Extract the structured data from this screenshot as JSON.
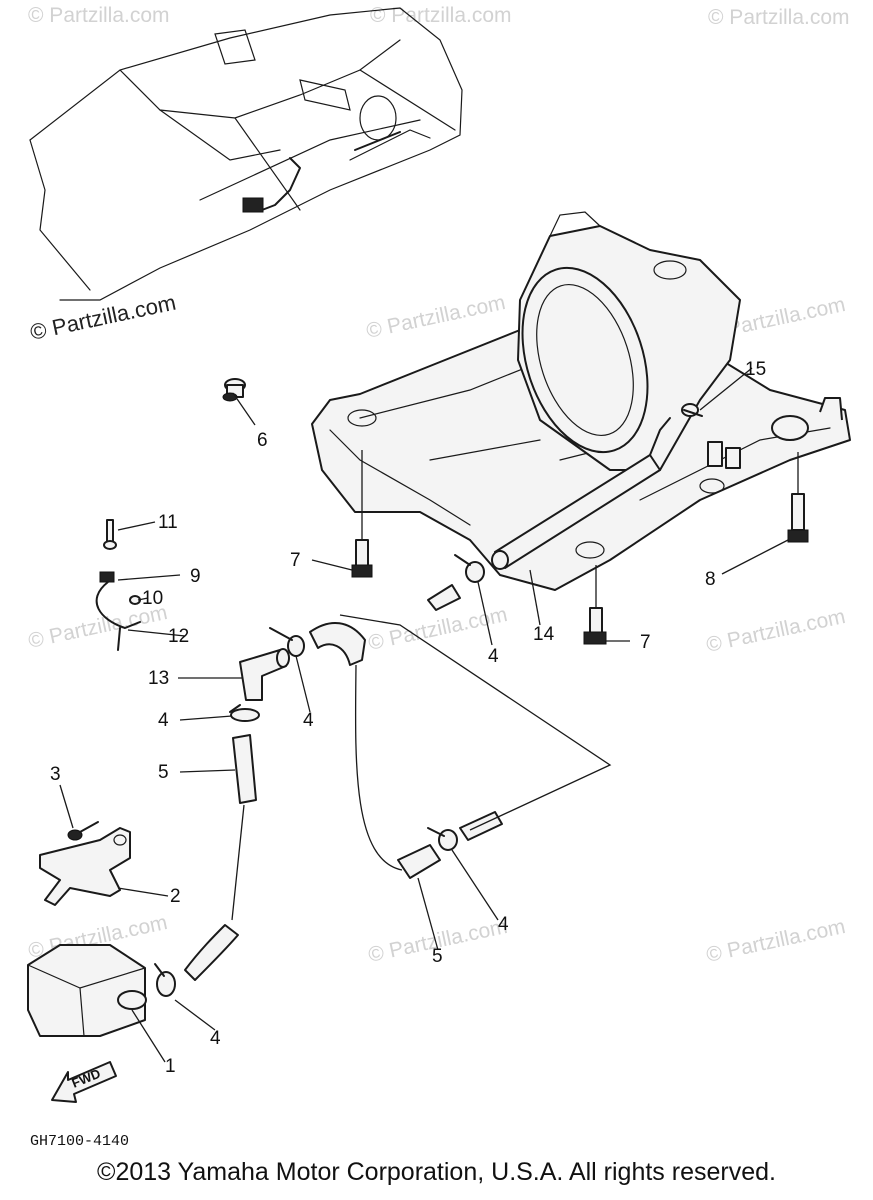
{
  "watermark": "© Partzilla.com",
  "diagram_code": "GH7100-4140",
  "fwd_label": "FWD",
  "copyright": "©2013 Yamaha Motor Corporation, U.S.A. All rights reserved.",
  "callouts": [
    "1",
    "2",
    "3",
    "4",
    "5",
    "6",
    "7",
    "8",
    "9",
    "10",
    "11",
    "12",
    "13",
    "14",
    "15"
  ]
}
